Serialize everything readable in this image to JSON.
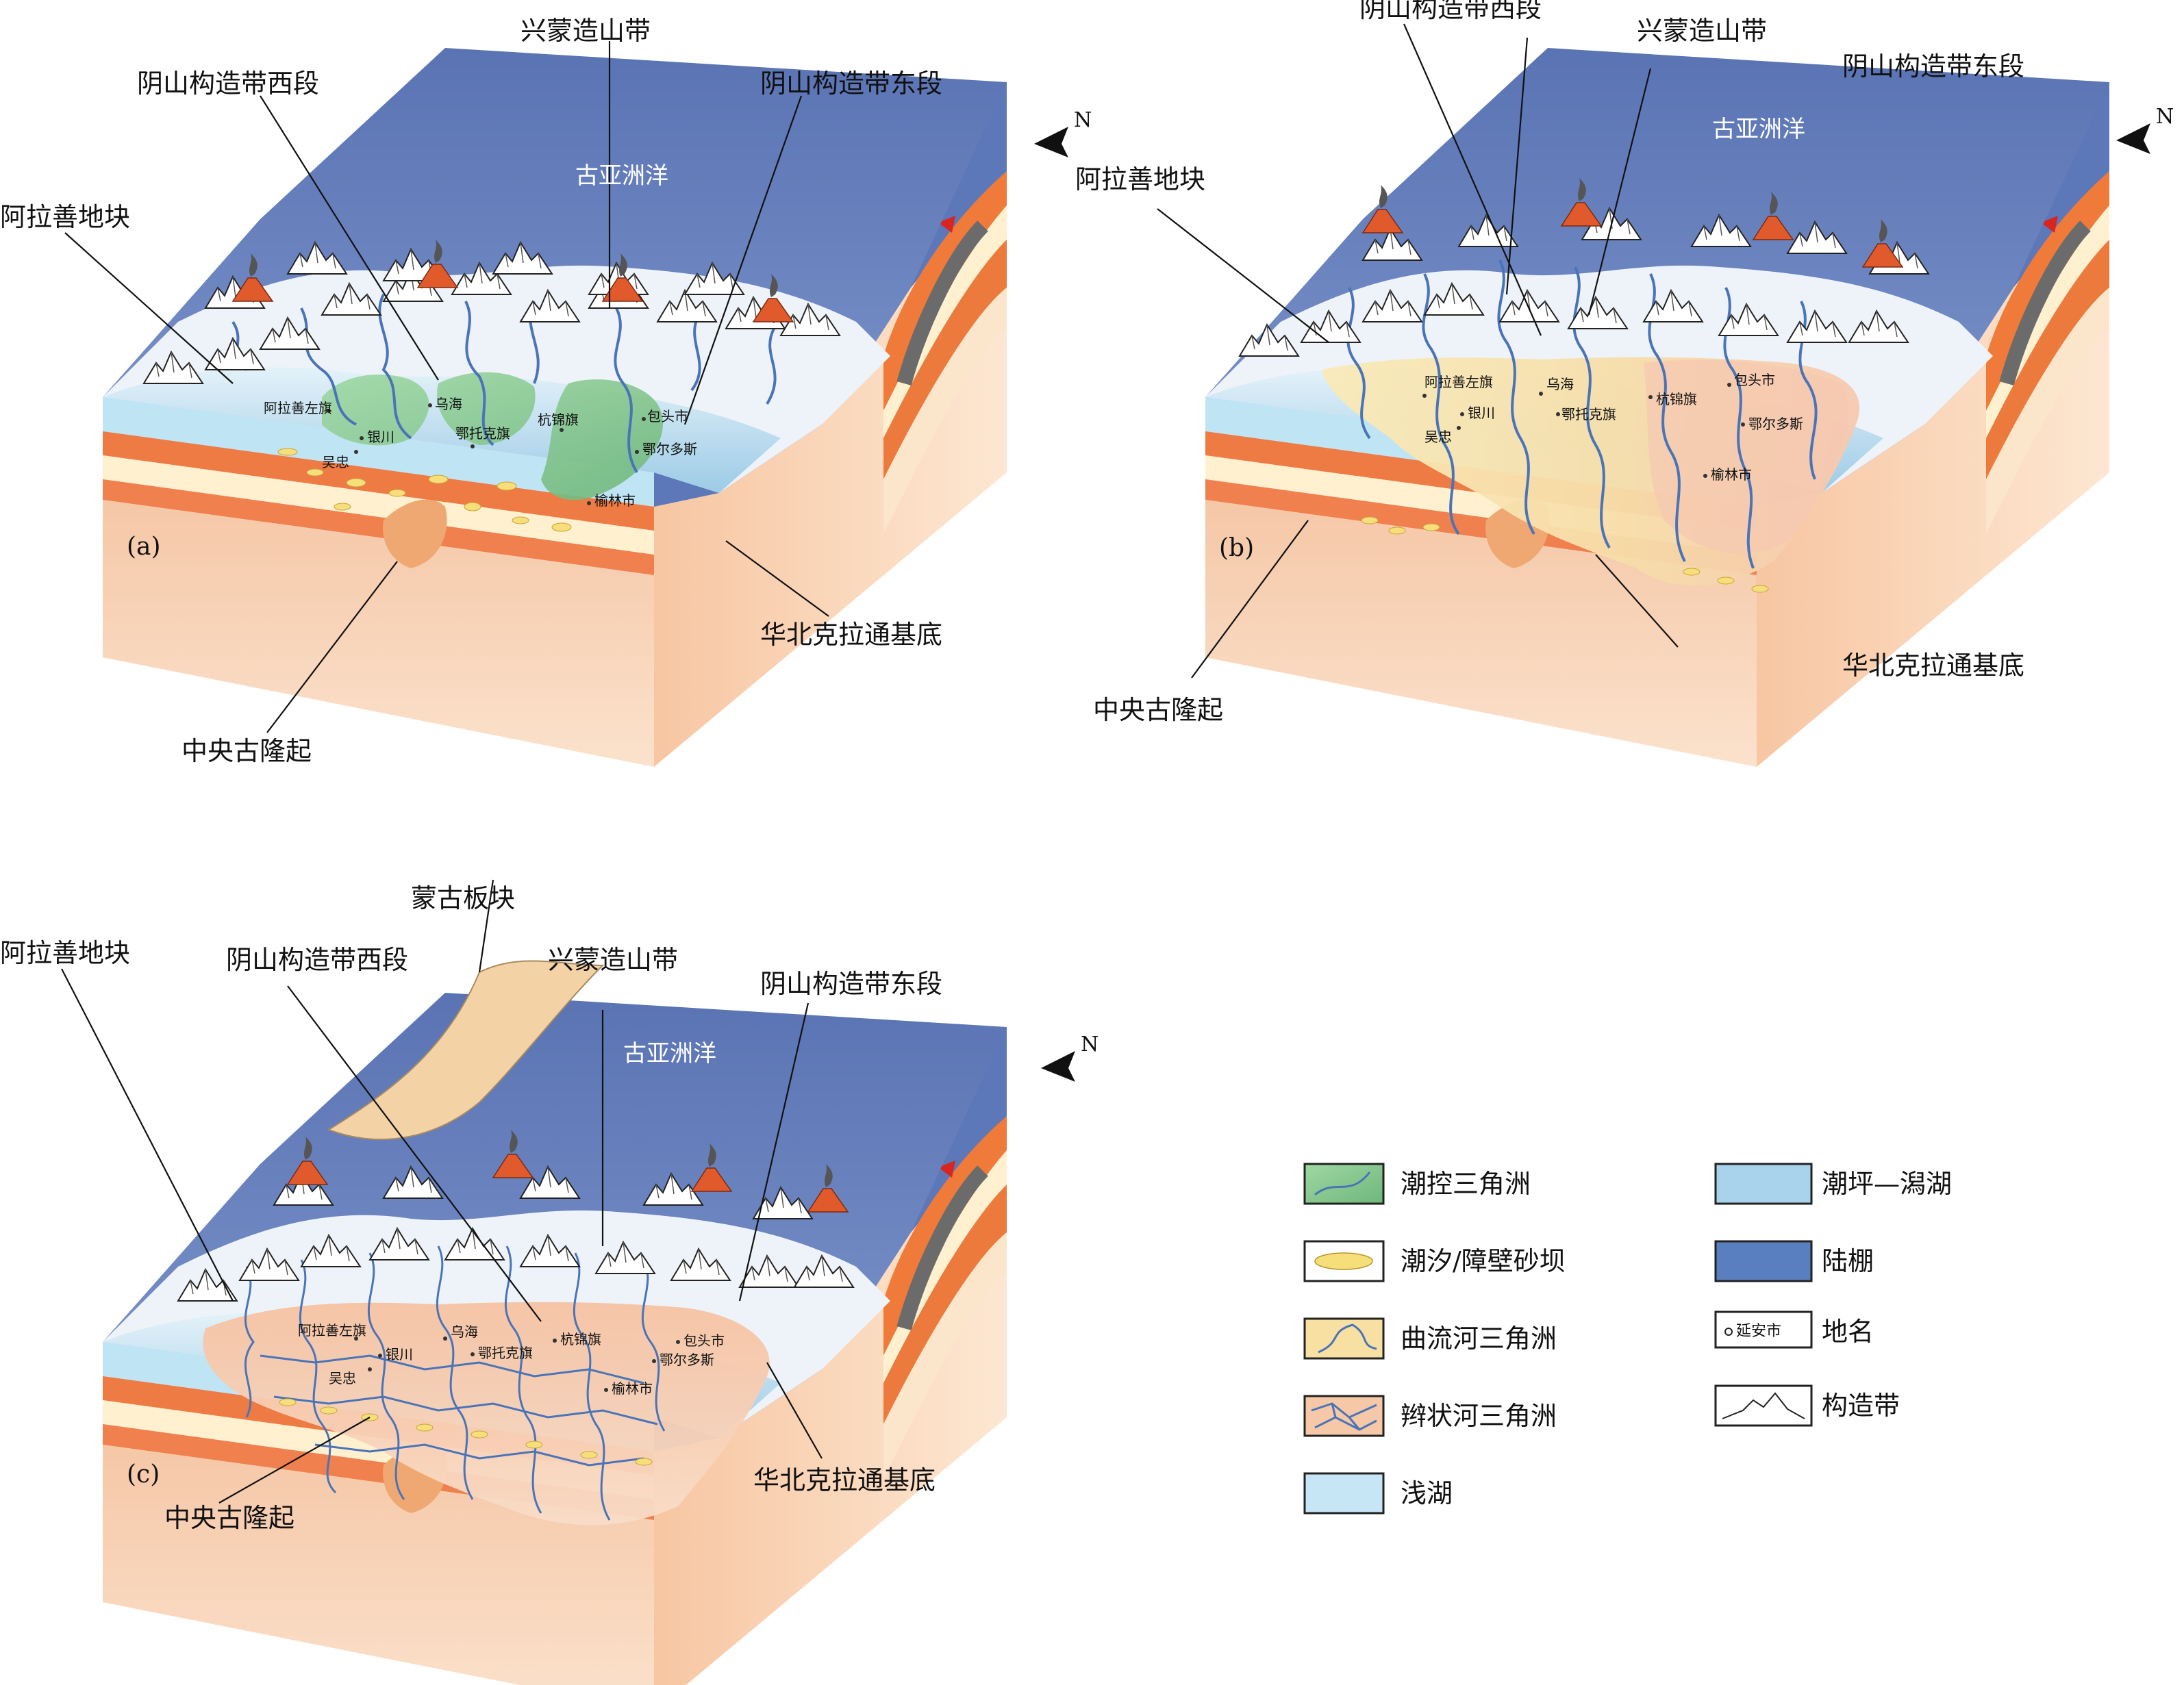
{
  "colors": {
    "ocean_top": "#5e78b6",
    "ocean_side": "#4f69a8",
    "ice": "#eef3f9",
    "lake": "#bfe3f3",
    "tidal_delta": "#8fcf92",
    "meander_delta": "#f7e1a0",
    "braided_delta": "#f6c8a8",
    "crust_light": "#f8d8b8",
    "crust_orange": "#ee7a44",
    "crust_cream": "#fff1d2",
    "crust_grey": "#7b7b7b",
    "river": "#4a74b8",
    "volcano": "#e0562a"
  },
  "panels": [
    {
      "id": "a",
      "tag": "(a)",
      "ocean": "古亚洲洋",
      "labels": {
        "alashan": "阿拉善地块",
        "yinshan_west": "阴山构造带西段",
        "xingmeng": "兴蒙造山带",
        "yinshan_east": "阴山构造带东段",
        "central_uplift": "中央古隆起",
        "basement": "华北克拉通基底"
      },
      "cities": [
        "阿拉善左旗",
        "乌海",
        "银川",
        "吴忠",
        "鄂托克旗",
        "杭锦旗",
        "包头市",
        "鄂尔多斯",
        "榆林市"
      ]
    },
    {
      "id": "b",
      "tag": "(b)",
      "ocean": "古亚洲洋",
      "labels": {
        "alashan": "阿拉善地块",
        "yinshan_west": "阴山构造带西段",
        "xingmeng": "兴蒙造山带",
        "yinshan_east": "阴山构造带东段",
        "central_uplift": "中央古隆起",
        "basement": "华北克拉通基底"
      },
      "cities": [
        "阿拉善左旗",
        "乌海",
        "银川",
        "吴忠",
        "鄂托克旗",
        "杭锦旗",
        "包头市",
        "鄂尔多斯",
        "榆林市"
      ]
    },
    {
      "id": "c",
      "tag": "(c)",
      "ocean": "古亚洲洋",
      "labels": {
        "mongolia": "蒙古板块",
        "alashan": "阿拉善地块",
        "yinshan_west": "阴山构造带西段",
        "xingmeng": "兴蒙造山带",
        "yinshan_east": "阴山构造带东段",
        "central_uplift": "中央古隆起",
        "basement": "华北克拉通基底"
      },
      "cities": [
        "阿拉善左旗",
        "乌海",
        "银川",
        "吴忠",
        "鄂托克旗",
        "杭锦旗",
        "包头市",
        "鄂尔多斯",
        "榆林市"
      ]
    }
  ],
  "north_symbol": "N",
  "legend": {
    "left": [
      "潮控三角洲",
      "潮汐/障壁砂坝",
      "曲流河三角洲",
      "辫状河三角洲",
      "浅湖"
    ],
    "right": [
      "潮坪—潟湖",
      "陆棚",
      "地名",
      "构造带"
    ],
    "place_sample": "延安市"
  }
}
